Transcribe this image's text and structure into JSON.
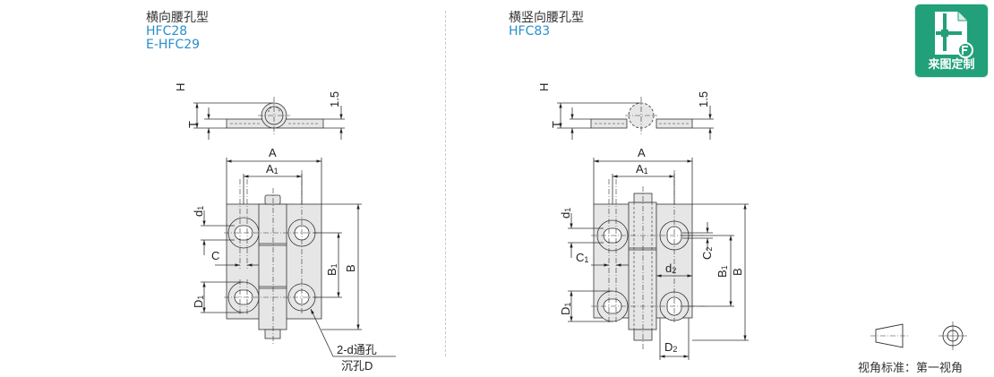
{
  "left_variant": {
    "title": "横向腰孔型",
    "codes": [
      "HFC28",
      "E-HFC29"
    ],
    "dimensions": {
      "H": "H",
      "T": "T",
      "gap": "1.5",
      "A": "A",
      "A1_main": "A",
      "A1_sub": "1",
      "B": "B",
      "B1_main": "B",
      "B1_sub": "1",
      "C": "C",
      "d1_main": "d",
      "d1_sub": "1",
      "D1_main": "D",
      "D1_sub": "1"
    },
    "callout": {
      "line1": "2-d通孔",
      "line2": "沉孔D"
    }
  },
  "right_variant": {
    "title": "横竖向腰孔型",
    "codes": [
      "HFC83"
    ],
    "dimensions": {
      "H": "H",
      "T": "T",
      "gap": "1.5",
      "A": "A",
      "A1_main": "A",
      "A1_sub": "1",
      "B": "B",
      "B1_main": "B",
      "B1_sub": "1",
      "C1_main": "C",
      "C1_sub": "1",
      "C2_main": "C",
      "C2_sub": "2",
      "d1_main": "d",
      "d1_sub": "1",
      "d2_main": "d",
      "d2_sub": "2",
      "D1_main": "D",
      "D1_sub": "1",
      "D2_main": "D",
      "D2_sub": "2"
    }
  },
  "badge": {
    "label": "来图定制",
    "icon": "custom-drawing-icon",
    "color": "#21a079"
  },
  "projection": {
    "label": "视角标准：第一视角",
    "icon": "first-angle-projection-icon"
  },
  "colors": {
    "code_blue": "#2a8fc9",
    "part_fill": "#e6e6e6",
    "line": "#333333"
  }
}
